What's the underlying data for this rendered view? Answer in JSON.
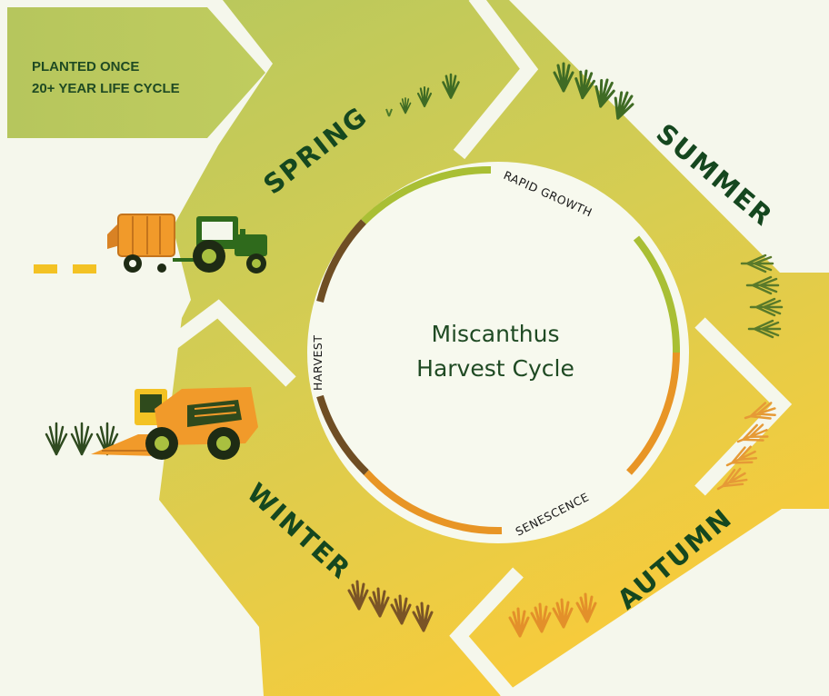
{
  "note": {
    "line1": "PLANTED ONCE",
    "line2": "20+ YEAR LIFE CYCLE"
  },
  "center": {
    "line1": "Miscanthus",
    "line2": "Harvest Cycle"
  },
  "seasons": {
    "spring": "SPRING",
    "summer": "SUMMER",
    "autumn": "AUTUMN",
    "winter": "WINTER"
  },
  "phases": {
    "growth": "RAPID GROWTH",
    "senescence": "SENESCENCE",
    "harvest": "HARVEST"
  },
  "colors": {
    "green_light": "#bccb5f",
    "yellow": "#f3cd3e",
    "dark_green": "#1f4a23",
    "ring_green": "#a9bf34",
    "ring_orange": "#e89525",
    "ring_brown": "#6f4e24",
    "tractor_green": "#2f6a1c",
    "machine_orange": "#f19a2a"
  },
  "icons": [
    "grass-icon",
    "tractor-icon",
    "baler-icon",
    "combine-harvester-icon"
  ]
}
